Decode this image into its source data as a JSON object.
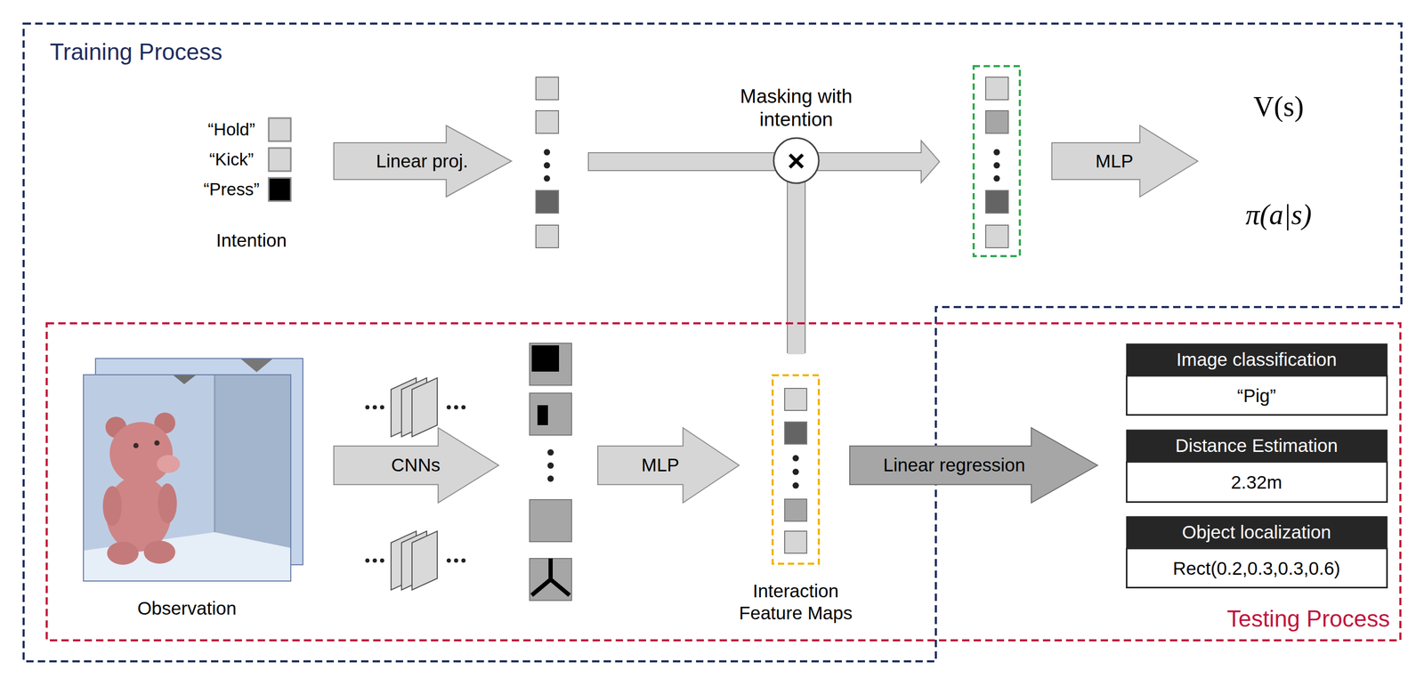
{
  "diagram": {
    "nodes": [
      {
        "text": [
          "Training Process"
        ]
      },
      {
        "text": [
          "Testing Process"
        ]
      },
      {
        "text": [
          "“Hold”",
          "“Kick”",
          "“Press”",
          "Intention"
        ],
        "in": 0
      },
      {
        "text": [
          "Linear proj."
        ],
        "in": 0
      },
      {
        "text": [
          "Masking with intention",
          "×"
        ],
        "in": 0
      },
      {
        "text": [
          "MLP"
        ],
        "in": 0
      },
      {
        "text": [
          "Observation"
        ]
      },
      {
        "text": [
          "CNNs"
        ]
      },
      {
        "text": [
          "MLP"
        ]
      },
      {
        "text": [
          "Interaction Feature Maps"
        ]
      },
      {
        "text": [
          "Linear regression"
        ]
      },
      {
        "text": [
          "Image classification",
          "“Pig”"
        ],
        "in": 1
      },
      {
        "text": [
          "Distance Estimation",
          "2.32m"
        ],
        "in": 1
      },
      {
        "text": [
          "Object localization",
          "Rect(0.2,0.3,0.3,0.6)"
        ],
        "in": 1
      }
    ],
    "edges": [
      {
        "from": 9,
        "to": 4,
        "arrow": "none"
      }
    ],
    "labels": [
      "V(s)",
      "π(a|s)"
    ]
  }
}
